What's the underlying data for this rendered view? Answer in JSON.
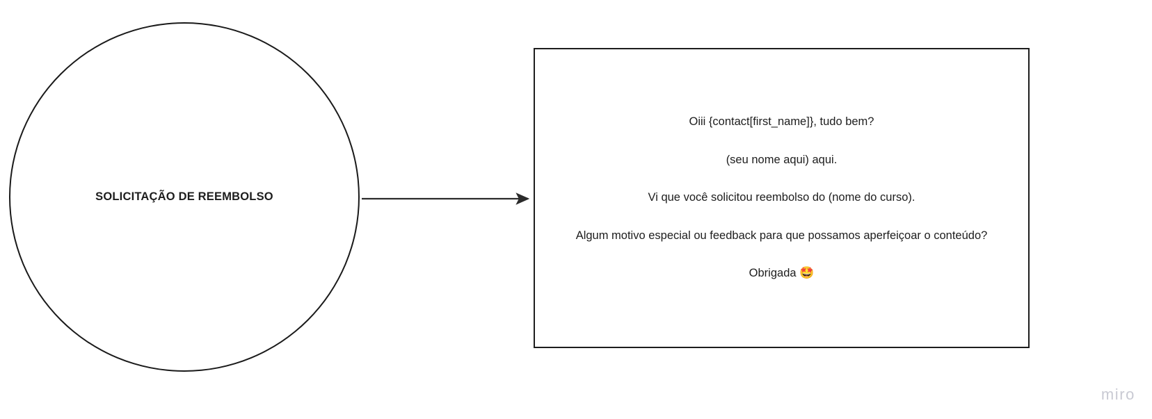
{
  "canvas": {
    "background_color": "#ffffff",
    "stroke_color": "#1d1d1d"
  },
  "nodes": {
    "start_circle": {
      "shape": "ellipse",
      "label": "SOLICITAÇÃO DE REEMBOLSO",
      "fill": "#ffffff",
      "border_color": "#1a1a1a"
    },
    "message_box": {
      "shape": "rectangle",
      "fill": "#ffffff",
      "border_color": "#1d1d1d",
      "lines": [
        "Oiii {contact[first_name]}, tudo bem?",
        "(seu nome aqui) aqui.",
        "Vi que você solicitou reembolso do (nome do curso).",
        "Algum motivo especial ou feedback para que possamos aperfeiçoar o conteúdo?",
        "Obrigada"
      ],
      "emoji": "🤩",
      "emoji_name": "star-struck-face-emoji"
    }
  },
  "connectors": [
    {
      "name": "arrow-circle-to-box",
      "from": "start_circle",
      "to": "message_box",
      "style": "solid-arrow",
      "color": "#2b2b2b"
    }
  ],
  "watermark": {
    "text": "miro",
    "color": "#c9cad3"
  }
}
